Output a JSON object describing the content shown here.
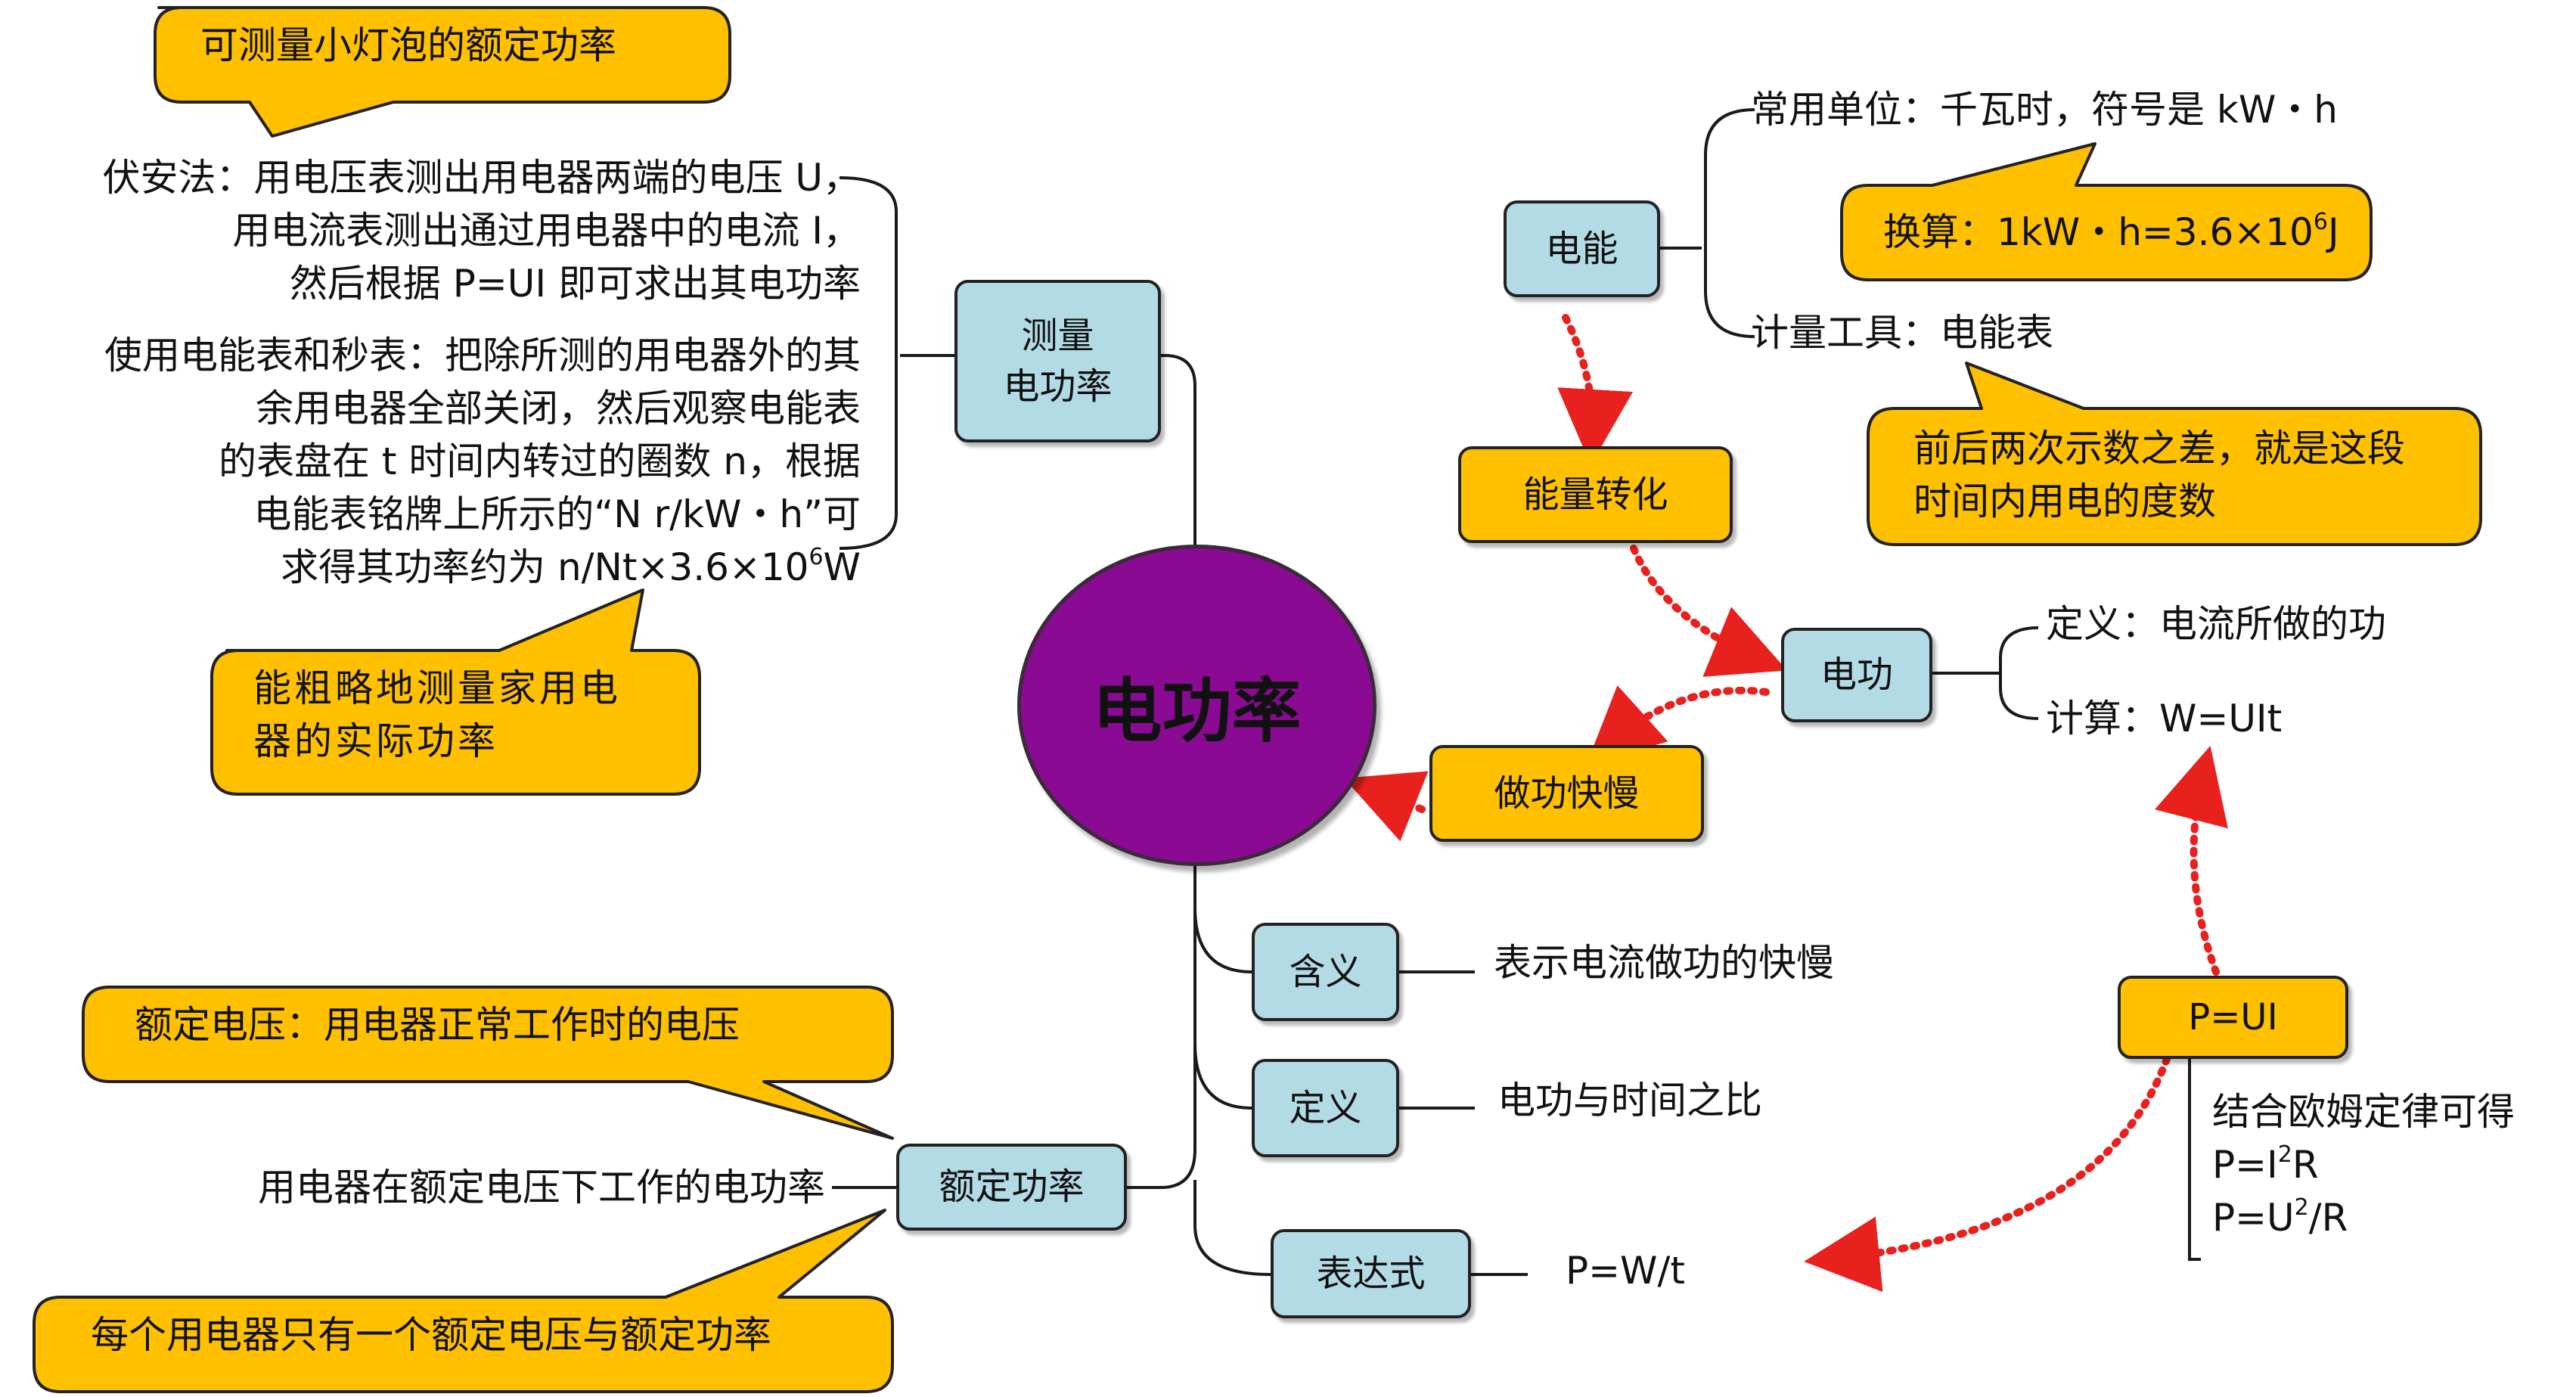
{
  "center": {
    "title": "电功率"
  },
  "nodes": {
    "measure": "测量\n电功率",
    "energy": "电能",
    "conversion": "能量转化",
    "work": "电功",
    "speed": "做功快慢",
    "meaning": "含义",
    "definition": "定义",
    "expression": "表达式",
    "rated": "额定功率",
    "pui": "P=UI"
  },
  "callouts": {
    "bulb": "可测量小灯泡的额定功率",
    "rough": "能粗略地测量家用电\n器的实际功率",
    "conversion_calc": {
      "prefix": "换算：1kW・h=3.6×10",
      "exp": "6",
      "suffix": "J"
    },
    "difference": "前后两次示数之差，就是这段\n时间内用电的度数",
    "rated_voltage": "额定电压：用电器正常工作时的电压",
    "only_one": "每个用电器只有一个额定电压与额定功率"
  },
  "texts": {
    "volt_amp": "伏安法：用电压表测出用电器两端的电压 U，\n用电流表测出通过用电器中的电流 I，\n然后根据 P=UI 即可求出其电功率",
    "meter_method": "使用电能表和秒表：把除所测的用电器外的其\n余用电器全部关闭，然后观察电能表\n的表盘在 t 时间内转过的圈数 n，根据\n电能表铭牌上所示的“N r/kW・h”可",
    "meter_last": {
      "prefix": "求得其功率约为 n/Nt×3.6×10",
      "exp": "6",
      "suffix": "W"
    },
    "unit": "常用单位：千瓦时，符号是 kW・h",
    "meter_tool": "计量工具：电能表",
    "work_def": "定义：电流所做的功",
    "work_calc": "计算：W=UIt",
    "meaning_text": "表示电流做功的快慢",
    "definition_text": "电功与时间之比",
    "expression_text": "P=W/t",
    "rated_text": "用电器在额定电压下工作的电功率",
    "ohm_line": "结合欧姆定律可得",
    "p_i2r": {
      "prefix": "P=I",
      "exp": "2",
      "suffix": "R"
    },
    "p_u2r": {
      "prefix": "P=U",
      "exp": "2",
      "suffix": "/R"
    }
  },
  "colors": {
    "center_fill": "#8b0a93",
    "node_blue": "#b3dbe6",
    "node_gold": "#ffc000",
    "arrow_red": "#e8201e"
  }
}
